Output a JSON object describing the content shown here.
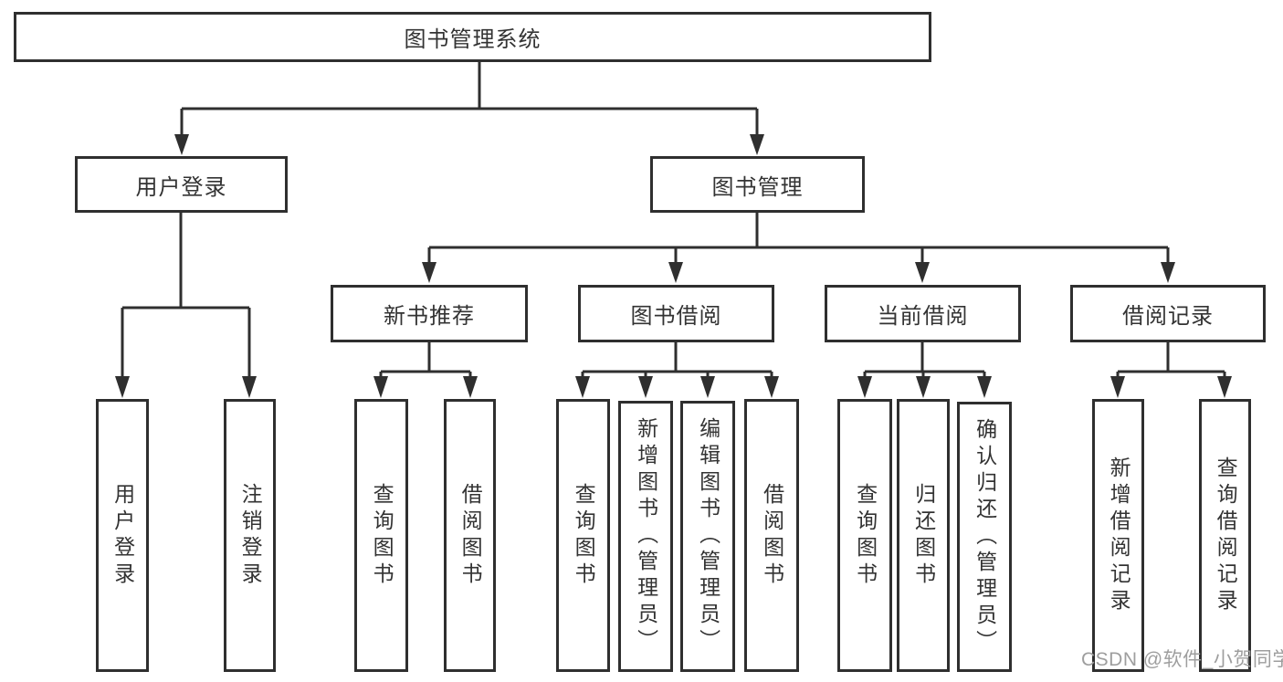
{
  "diagram": {
    "title": "图书管理系统",
    "type": "hierarchy-tree",
    "nodes": {
      "root": {
        "label": "图书管理系统"
      },
      "user_login": {
        "label": "用户登录"
      },
      "book_mgmt": {
        "label": "图书管理"
      },
      "new_book_rec": {
        "label": "新书推荐"
      },
      "book_borrow": {
        "label": "图书借阅"
      },
      "current_borrow": {
        "label": "当前借阅"
      },
      "borrow_record": {
        "label": "借阅记录"
      },
      "leaf_user_login": {
        "label": "用户登录",
        "parent": "用户登录"
      },
      "leaf_logout": {
        "label": "注销登录",
        "parent": "用户登录"
      },
      "leaf_query_book_1": {
        "label": "查询图书",
        "parent": "新书推荐"
      },
      "leaf_borrow_book_1": {
        "label": "借阅图书",
        "parent": "新书推荐"
      },
      "leaf_query_book_2": {
        "label": "查询图书",
        "parent": "图书借阅"
      },
      "leaf_add_book": {
        "label": "新增图书（管理员）",
        "parent": "图书借阅"
      },
      "leaf_edit_book": {
        "label": "编辑图书（管理员）",
        "parent": "图书借阅"
      },
      "leaf_borrow_book_2": {
        "label": "借阅图书",
        "parent": "图书借阅"
      },
      "leaf_query_book_3": {
        "label": "查询图书",
        "parent": "当前借阅"
      },
      "leaf_return_book": {
        "label": "归还图书",
        "parent": "当前借阅"
      },
      "leaf_confirm_return": {
        "label": "确认归还（管理员）",
        "parent": "当前借阅"
      },
      "leaf_add_borrow_record": {
        "label": "新增借阅记录",
        "parent": "借阅记录"
      },
      "leaf_query_borrow_record": {
        "label": "查询借阅记录",
        "parent": "借阅记录"
      }
    },
    "colors": {
      "line": "#2f2f2f",
      "box_border": "#2f2f2f",
      "box_bg": "#ffffff",
      "text": "#333333",
      "watermark": "#9e9e9e"
    }
  },
  "watermark": {
    "text": "CSDN @软件_小贺同学"
  }
}
